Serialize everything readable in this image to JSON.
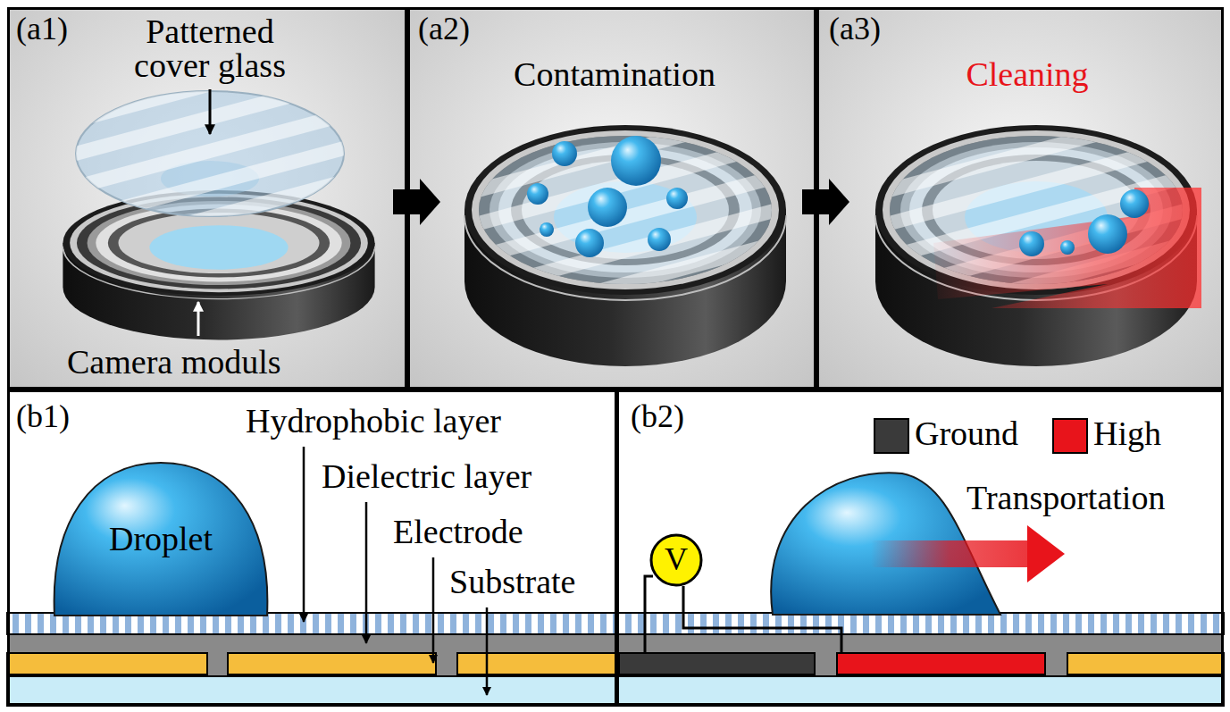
{
  "diagram": {
    "nodes": [
      {
        "text": [
          "(a1)",
          "Patterned cover glass",
          "Camera moduls"
        ]
      },
      {
        "text": [
          "(a2)",
          "Contamination"
        ]
      },
      {
        "text": [
          "(a3)",
          "Cleaning"
        ]
      },
      {
        "text": [
          "(b1)",
          "Hydrophobic layer",
          "Dielectric layer",
          "Electrode",
          "Substrate"
        ]
      },
      {
        "text": [
          "Droplet"
        ],
        "in": 3
      },
      {
        "text": [
          "(b2)",
          "Transportation"
        ]
      },
      {
        "text": [
          "V"
        ],
        "in": 5
      }
    ],
    "legend": [
      {
        "text": "Ground",
        "color": "#3a3a3a"
      },
      {
        "text": "High",
        "color": "#e8141b"
      }
    ]
  }
}
